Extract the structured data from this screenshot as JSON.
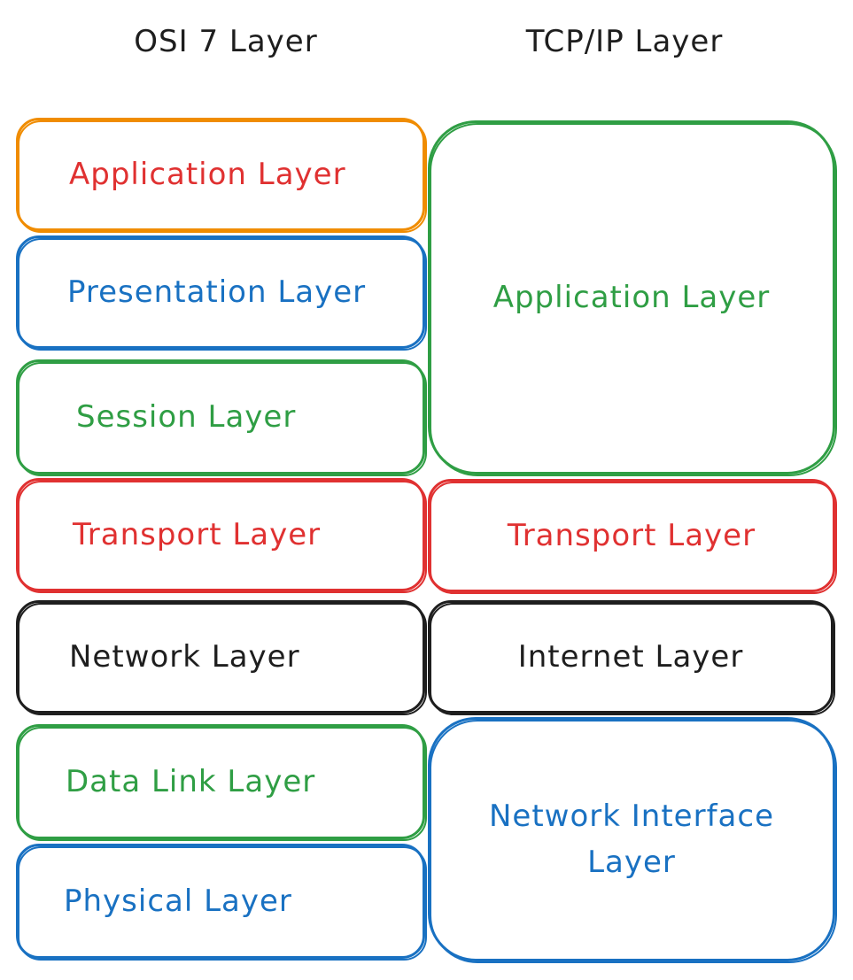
{
  "headings": {
    "osi": "OSI 7 Layer",
    "tcp": "TCP/IP Layer"
  },
  "osi_layers": [
    {
      "label": "Application Layer",
      "border": "#f08c00",
      "text": "#e03131"
    },
    {
      "label": "Presentation Layer",
      "border": "#1971c2",
      "text": "#1971c2"
    },
    {
      "label": "Session Layer",
      "border": "#2f9e44",
      "text": "#2f9e44"
    },
    {
      "label": "Transport Layer",
      "border": "#e03131",
      "text": "#e03131"
    },
    {
      "label": "Network Layer",
      "border": "#1e1e1e",
      "text": "#1e1e1e"
    },
    {
      "label": "Data Link Layer",
      "border": "#2f9e44",
      "text": "#2f9e44"
    },
    {
      "label": "Physical Layer",
      "border": "#1971c2",
      "text": "#1971c2"
    }
  ],
  "tcp_layers": [
    {
      "label": "Application Layer",
      "border": "#2f9e44",
      "text": "#2f9e44"
    },
    {
      "label": "Transport Layer",
      "border": "#e03131",
      "text": "#e03131"
    },
    {
      "label": "Internet Layer",
      "border": "#1e1e1e",
      "text": "#1e1e1e"
    },
    {
      "label": "Network Interface Layer",
      "border": "#1971c2",
      "text": "#1971c2"
    }
  ]
}
